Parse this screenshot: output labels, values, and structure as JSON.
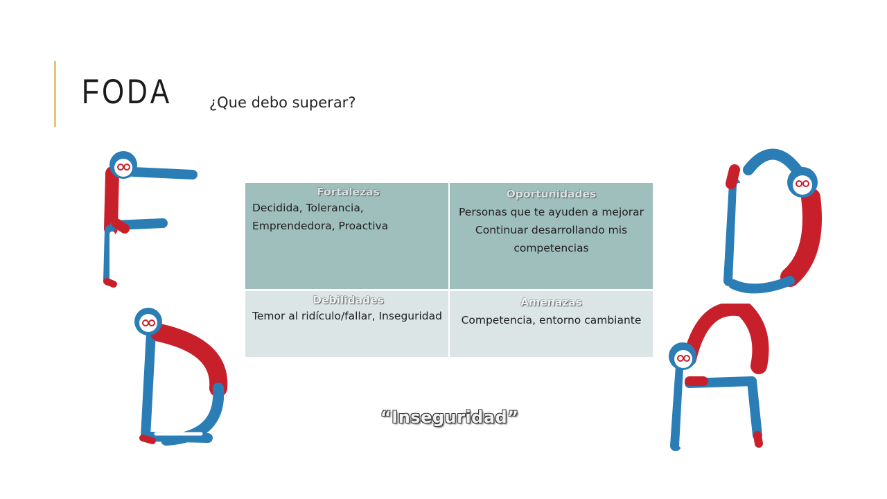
{
  "slide": {
    "title": "FODA",
    "subtitle": "¿Que debo superar?",
    "quote": "“Inseguridad”"
  },
  "table": {
    "fortalezas": {
      "heading": "Fortalezas",
      "text": "Decidida, Tolerancia, Emprendedora, Proactiva"
    },
    "oportunidades": {
      "heading": "Oportunidades",
      "lines": [
        "Personas que te ayuden a mejorar",
        "Continuar desarrollando mis competencias"
      ]
    },
    "debilidades": {
      "heading": "Debilidades",
      "text": "Temor al ridículo/fallar, Inseguridad"
    },
    "amenazas": {
      "heading": "Amenazas",
      "text": "Competencia, entorno cambiante"
    }
  },
  "colors": {
    "accent": "#e3c478",
    "figure_blue": "#2a7db5",
    "figure_red": "#c8202b",
    "table_header": "#9fbfbd",
    "table_row": "#dce5e6"
  }
}
